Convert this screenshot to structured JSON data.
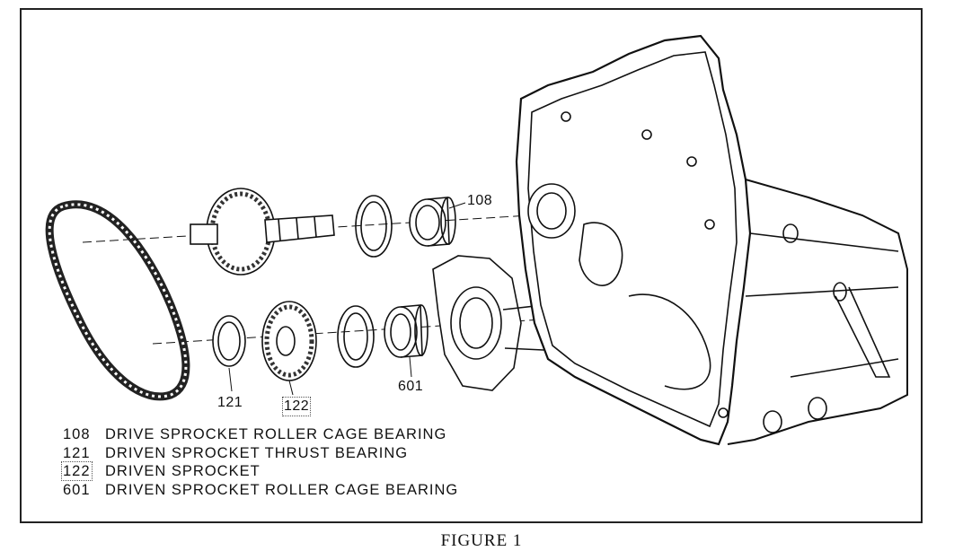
{
  "callouts": {
    "c108": "108",
    "c121": "121",
    "c122": "122",
    "c601": "601"
  },
  "legend": [
    {
      "number": "108",
      "description": "DRIVE SPROCKET ROLLER CAGE BEARING"
    },
    {
      "number": "121",
      "description": "DRIVEN SPROCKET THRUST BEARING"
    },
    {
      "number": "122",
      "description": "DRIVEN SPROCKET"
    },
    {
      "number": "601",
      "description": "DRIVEN SPROCKET ROLLER CAGE BEARING"
    }
  ],
  "caption": "FIGURE 1",
  "colors": {
    "ink": "#111111",
    "paper": "#ffffff"
  }
}
